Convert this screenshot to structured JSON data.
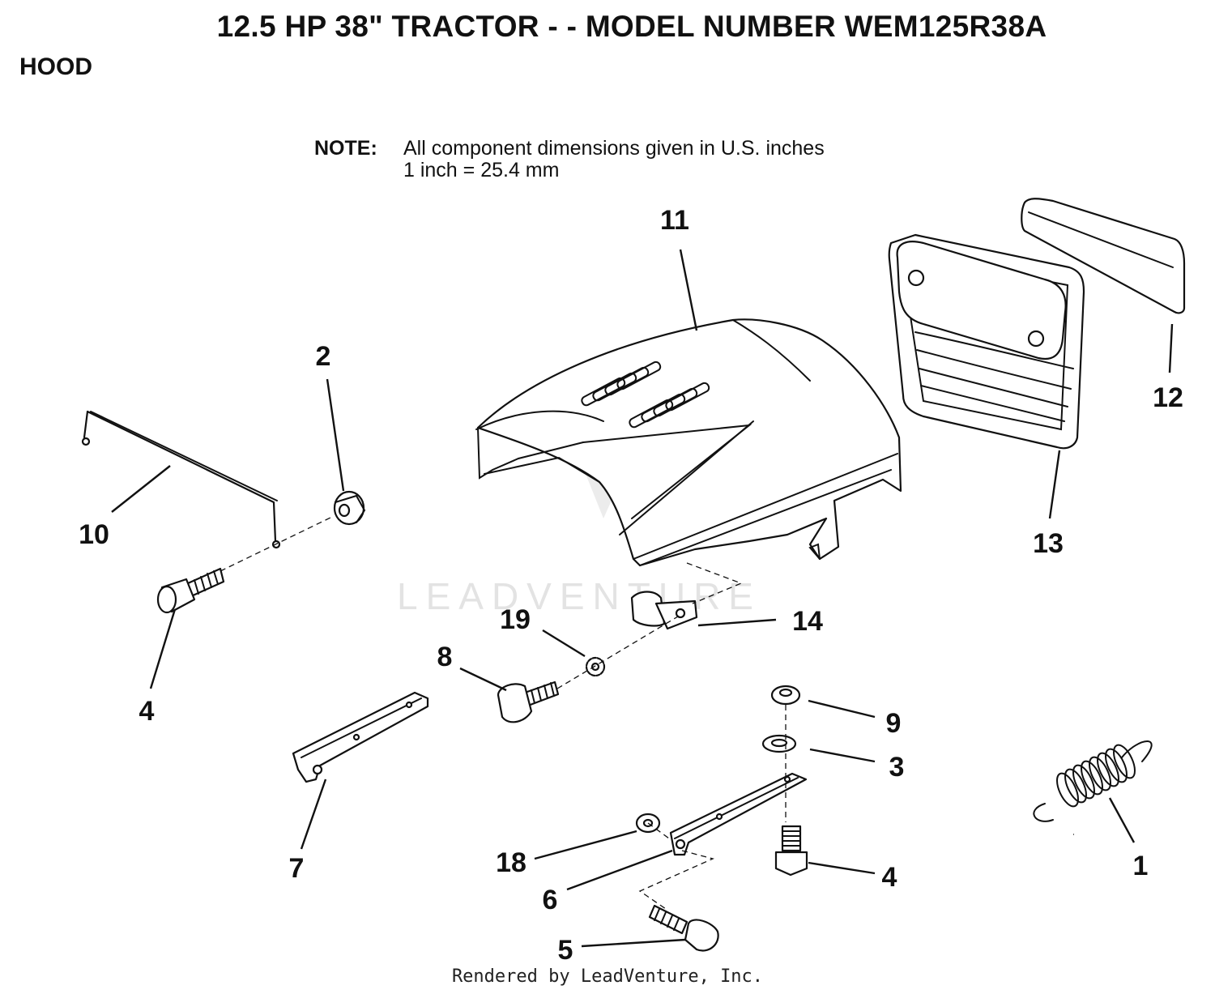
{
  "header": {
    "title": "12.5 HP 38\" TRACTOR - - MODEL NUMBER WEM125R38A",
    "section": "HOOD"
  },
  "note": {
    "label": "NOTE:",
    "line1": "All component dimensions given in U.S. inches",
    "line2": "1 inch = 25.4 mm"
  },
  "watermark": "LEADVENTURE",
  "footer": "Rendered by LeadVenture, Inc.",
  "callouts": [
    {
      "id": "c11",
      "label": "11"
    },
    {
      "id": "c12",
      "label": "12"
    },
    {
      "id": "c13",
      "label": "13"
    },
    {
      "id": "c2",
      "label": "2"
    },
    {
      "id": "c10",
      "label": "10"
    },
    {
      "id": "c4a",
      "label": "4"
    },
    {
      "id": "c19",
      "label": "19"
    },
    {
      "id": "c14",
      "label": "14"
    },
    {
      "id": "c8",
      "label": "8"
    },
    {
      "id": "c9",
      "label": "9"
    },
    {
      "id": "c3",
      "label": "3"
    },
    {
      "id": "c7",
      "label": "7"
    },
    {
      "id": "c18",
      "label": "18"
    },
    {
      "id": "c6",
      "label": "6"
    },
    {
      "id": "c4b",
      "label": "4"
    },
    {
      "id": "c5",
      "label": "5"
    },
    {
      "id": "c1",
      "label": "1"
    }
  ]
}
